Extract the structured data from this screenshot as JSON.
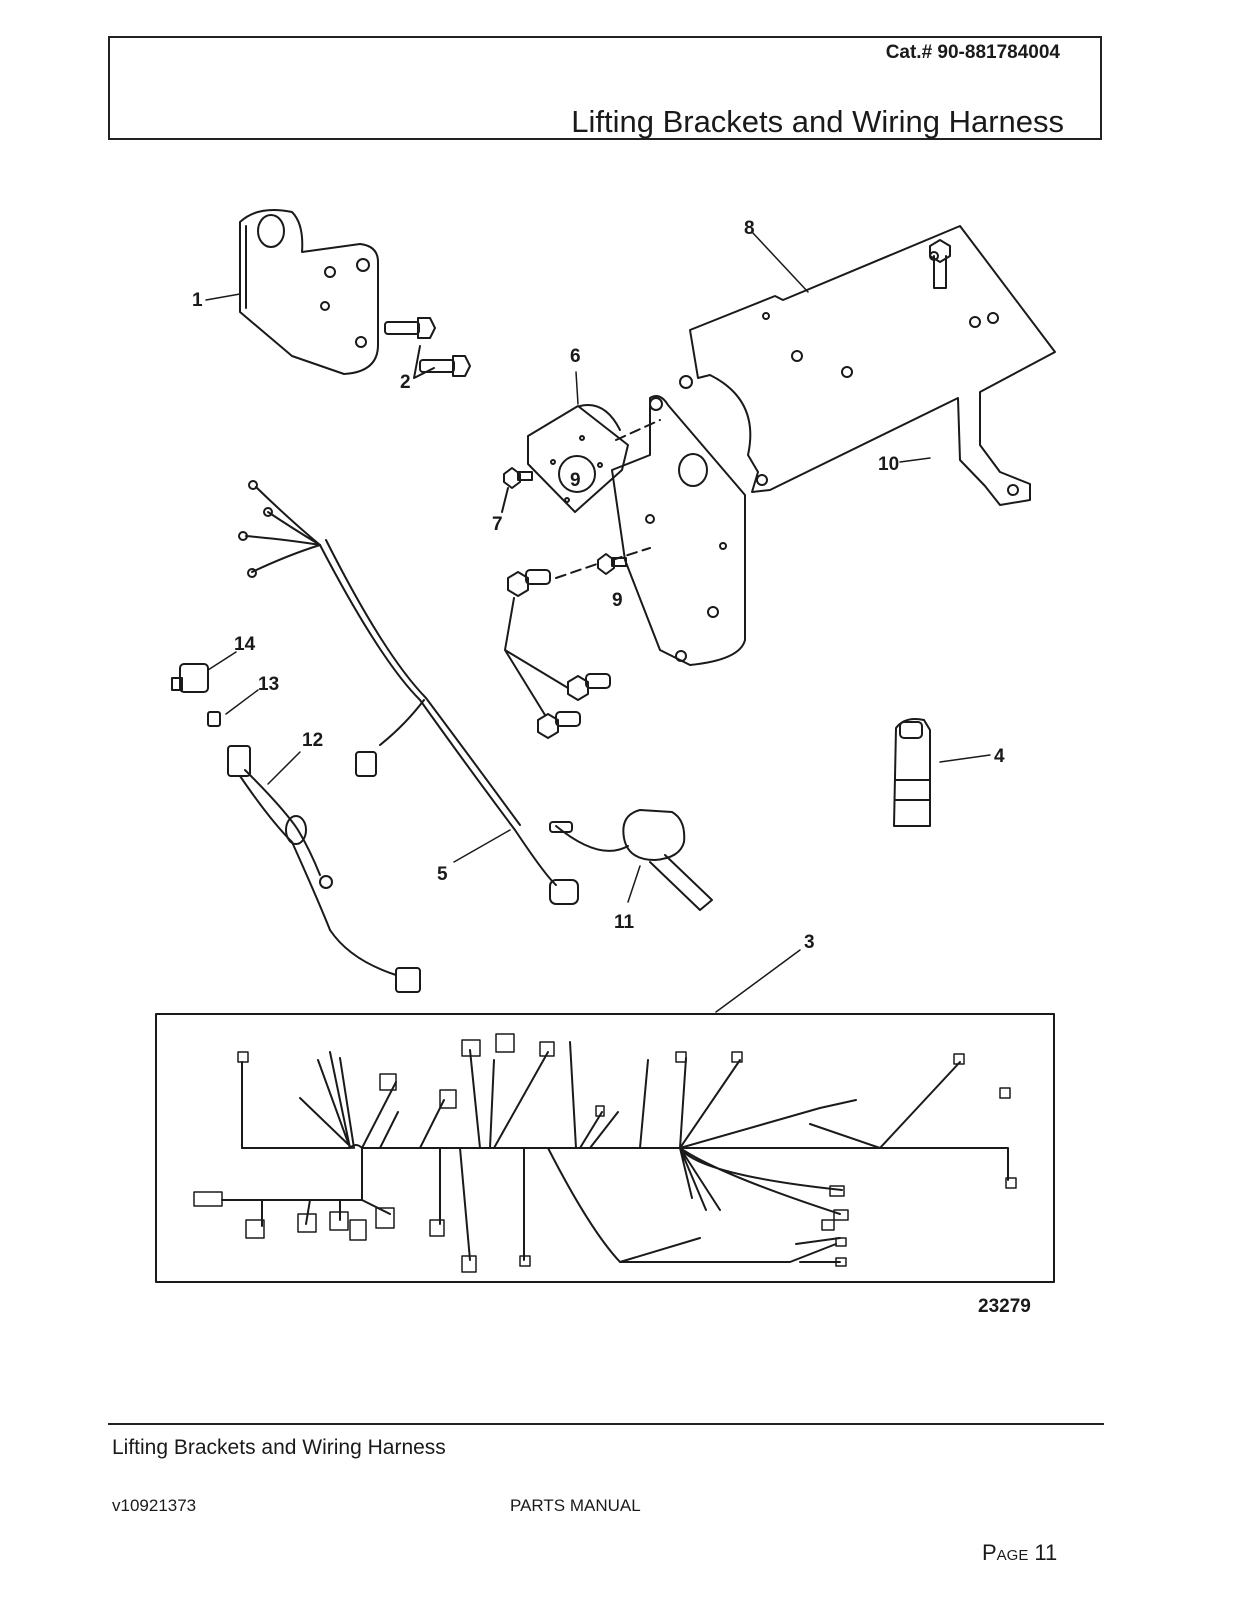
{
  "header": {
    "catalog_number": "Cat.# 90-881784004",
    "title": "Lifting Brackets and Wiring Harness"
  },
  "diagram": {
    "callouts": {
      "c1": "1",
      "c2": "2",
      "c3": "3",
      "c4": "4",
      "c5": "5",
      "c6": "6",
      "c7": "7",
      "c8": "8",
      "c9a": "9",
      "c9b": "9",
      "c10": "10",
      "c11": "11",
      "c12": "12",
      "c13": "13",
      "c14": "14"
    },
    "figure_number": "23279"
  },
  "footer": {
    "section_title": "Lifting Brackets and Wiring Harness",
    "version": "v10921373",
    "manual_label": "PARTS MANUAL",
    "page_label": "Page",
    "page_number": "11"
  }
}
